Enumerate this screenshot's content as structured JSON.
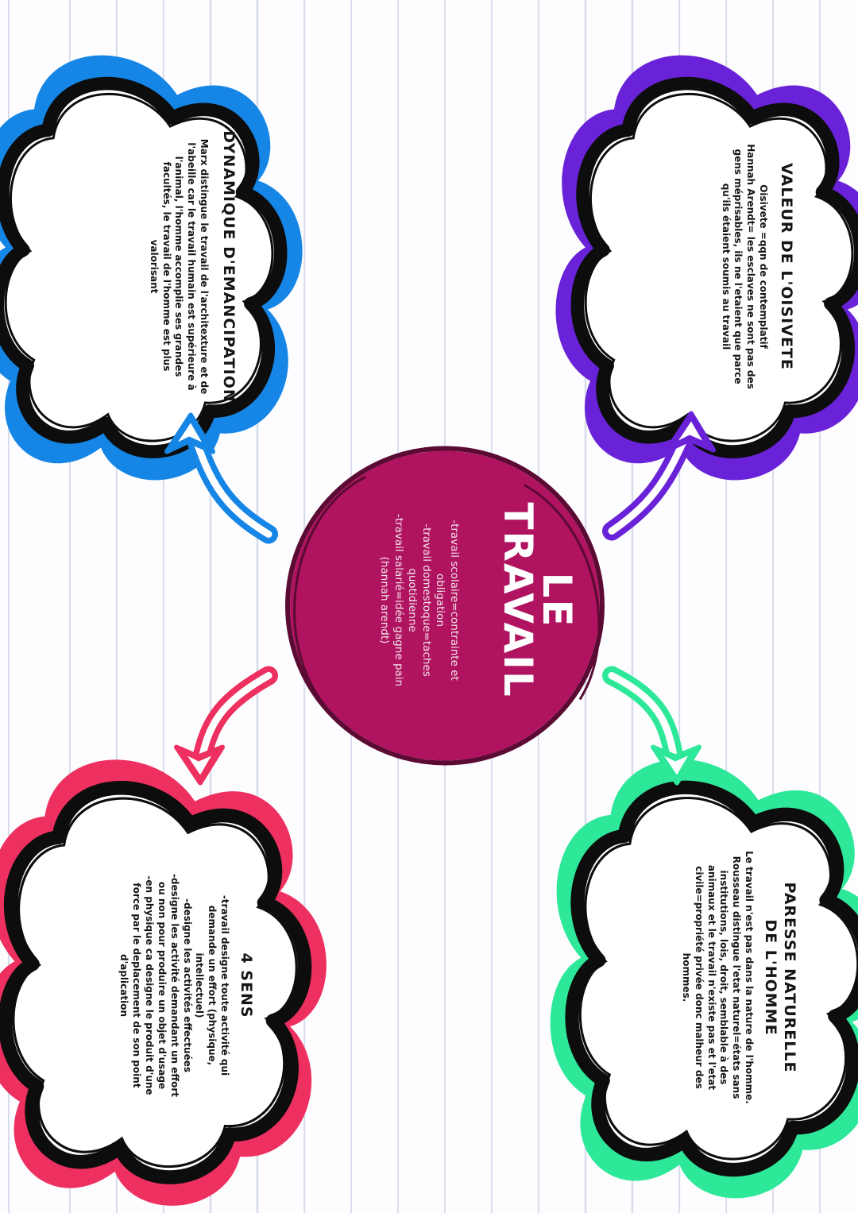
{
  "colors": {
    "purple": "#6a22d8",
    "blue": "#1585e6",
    "green": "#2ee89a",
    "red": "#ee3060",
    "center": "#b0135f",
    "outline": "#0d0d0d"
  },
  "center": {
    "title_line1": "LE",
    "title_line2": "TRAVAIL",
    "body": "-travail scolaire=contrainte et\nobligation\n-travail domestoque=taches\nquotidienne\n-travail salarié=idée gagne pain\n(hannah arendt)"
  },
  "bubbles": {
    "purple": {
      "title": "VALEUR DE L'OISIVETE",
      "body": "Oisivete =qqn de contemplatif\nHannah Arendt= les esclaves ne sont pas des\ngens méprisables, ils ne l'etaient que parce\nqu'ils étaient soumis au travail"
    },
    "blue": {
      "title": "DYNAMIQUE D'EMANCIPATION",
      "body": "Marx distingue le travail de l'architexture et de\nl'abeille car le travail humain est supérieure à\nl'animal, l'homme accomplie ses grandes\nfacultés, le travail de l'homme est plus\nvalorisant"
    },
    "green": {
      "title_line1": "PARESSE NATURELLE",
      "title_line2": "DE L'HOMME",
      "body": "Le travail n'est pas dans la nature de l'homme.\nRousseau distingue l'etat naturel=états sans\ninstitutions, lois, droit, semblable à des\nanimaux et le travail n'existe pas et l'etat\ncivile=propriété privée donc malheur des\nhommes."
    },
    "red": {
      "title": "4 SENS",
      "body": "-travail designe toute activité qui\ndemande un effort (physique,\nintellectuel)\n-designe les activités effectuées\n-designe les activité demandant un effort\nou non pour produire un objet d'usage\n-en physique ca designe le produit d'une\nforce par le deplacement de son point\nd'aplication"
    }
  }
}
